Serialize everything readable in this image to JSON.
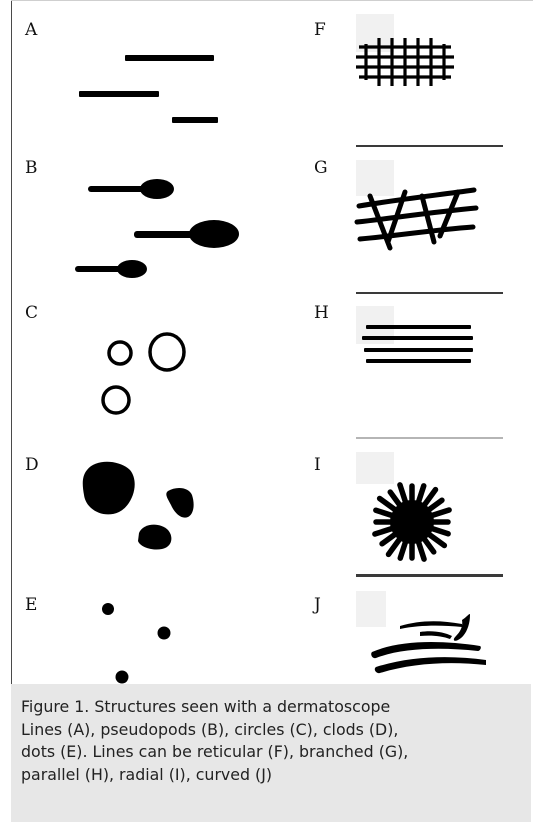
{
  "labels": {
    "A": "A",
    "B": "B",
    "C": "C",
    "D": "D",
    "E": "E",
    "F": "F",
    "G": "G",
    "H": "H",
    "I": "I",
    "J": "J"
  },
  "caption": {
    "line1": "Figure 1. Structures seen with a dermatoscope",
    "line2": "Lines (A), pseudopods (B), circles (C), clods (D),",
    "line3": "dots (E). Lines can be reticular (F), branched (G),",
    "line4": "parallel (H), radial (I), curved (J)"
  },
  "colors": {
    "ink": "#000000",
    "divider": "#3a3a3a",
    "caption_bg": "#e7e7e7"
  }
}
